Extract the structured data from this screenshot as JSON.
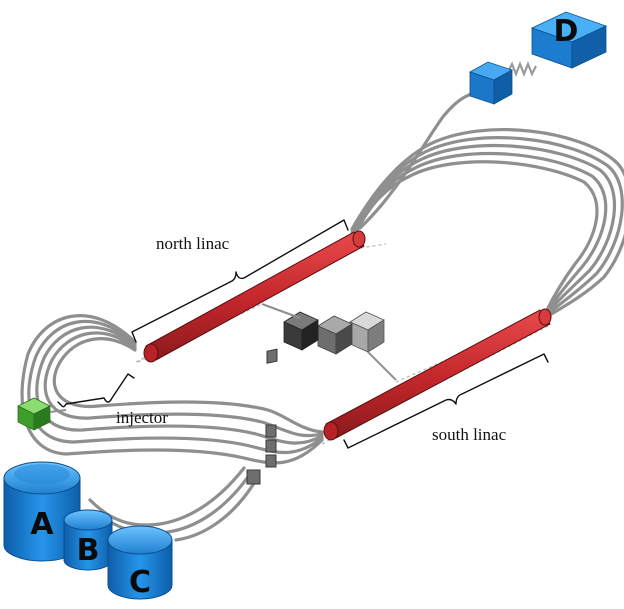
{
  "labels": {
    "north_linac": "north linac",
    "south_linac": "south linac",
    "injector": "injector"
  },
  "halls": [
    "A",
    "B",
    "C",
    "D"
  ],
  "colors": {
    "track": "#8f8f8f",
    "linac": "#c8282c",
    "hall_blue": "#1e88d8",
    "injector_green": "#3aa832",
    "magnet_box": "#3a3a3a",
    "label_text": "#111111"
  }
}
